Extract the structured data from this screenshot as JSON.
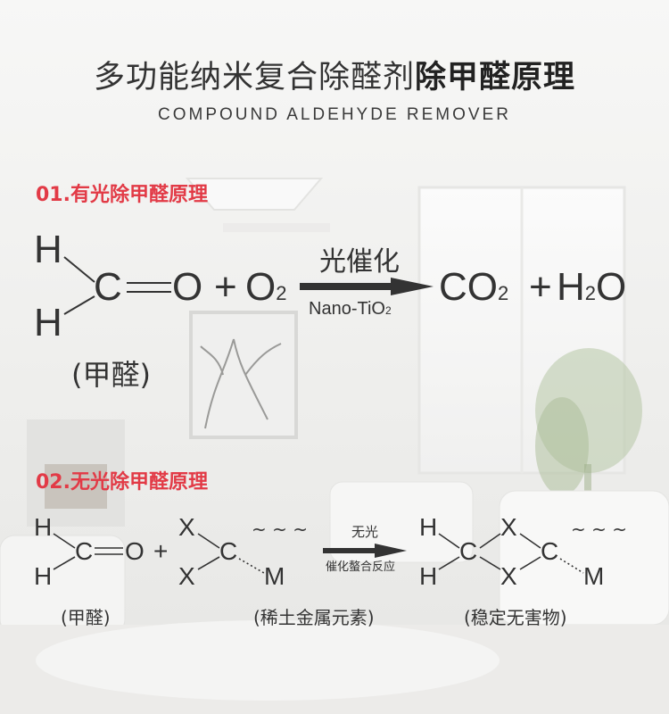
{
  "title": {
    "normal": "多功能纳米复合除醛剂",
    "bold": "除甲醛原理"
  },
  "subtitle": "COMPOUND ALDEHYDE REMOVER",
  "section1": {
    "heading": "01.有光除甲醛原理",
    "formaldehyde": {
      "h_top": "H",
      "h_bottom": "H",
      "c": "C",
      "o": "O",
      "label": "(甲醛)"
    },
    "plus1": "+",
    "o2": {
      "main": "O",
      "sub": "2"
    },
    "arrow_above": "光催化",
    "arrow_below": {
      "main": "Nano-TiO",
      "sub": "2"
    },
    "co2": {
      "main": "CO",
      "sub": "2"
    },
    "plus2": "+",
    "h2o": {
      "h": "H",
      "sub": "2",
      "o": "O"
    }
  },
  "section2": {
    "heading": "02.无光除甲醛原理",
    "formaldehyde": {
      "h_top": "H",
      "h_bottom": "H",
      "c": "C",
      "o": "O",
      "label": "(甲醛)"
    },
    "plus": "+",
    "reagent": {
      "x_top": "X",
      "x_bottom": "X",
      "c": "C",
      "m": "M",
      "wave": "~ ~ ~",
      "label": "(稀土金属元素)"
    },
    "arrow_above": "无光",
    "arrow_below": "催化螯合反应",
    "product": {
      "h_top": "H",
      "h_bottom": "H",
      "c1": "C",
      "x_top": "X",
      "x_bottom": "X",
      "c2": "C",
      "m": "M",
      "wave": "~ ~ ~",
      "label": "(稳定无害物)"
    }
  }
}
